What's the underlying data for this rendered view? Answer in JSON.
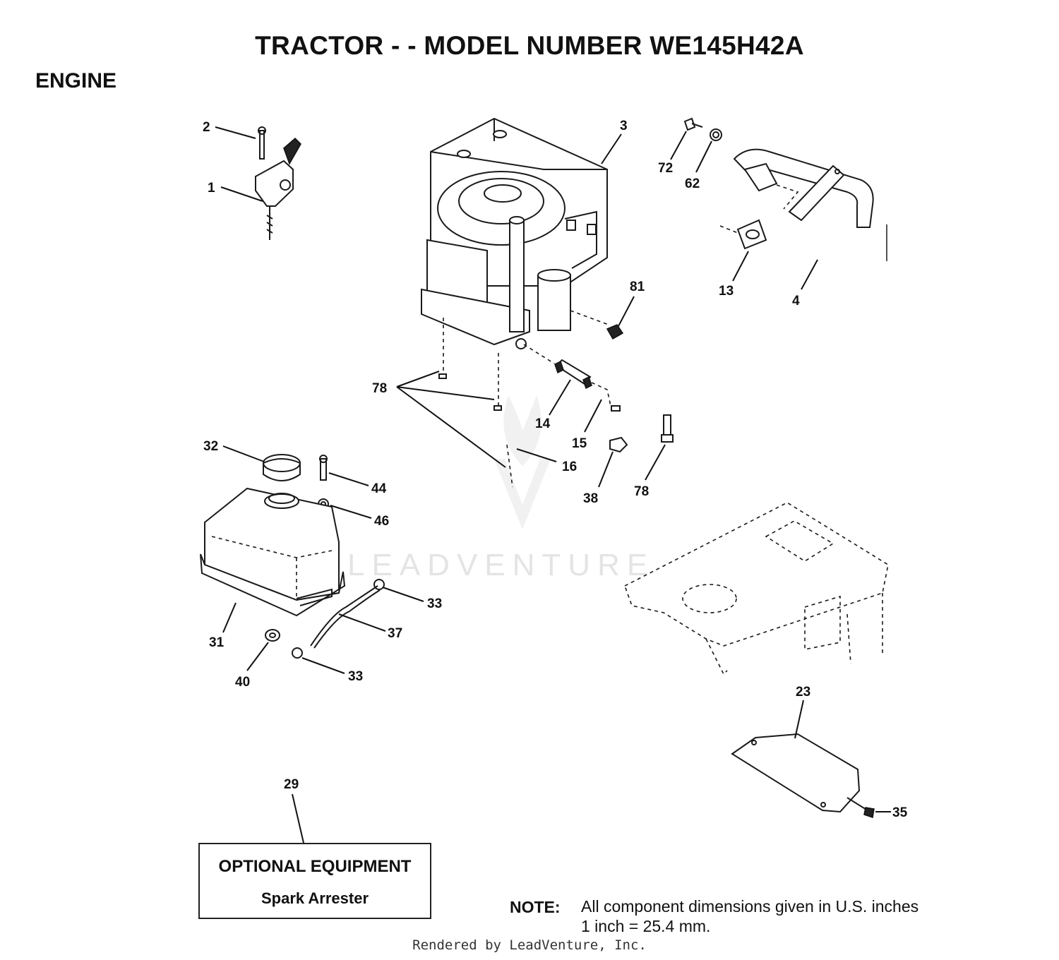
{
  "header": {
    "title": "TRACTOR - - MODEL NUMBER WE145H42A",
    "section": "ENGINE"
  },
  "callouts": [
    "1",
    "2",
    "3",
    "72",
    "62",
    "13",
    "4",
    "81",
    "78",
    "14",
    "15",
    "16",
    "32",
    "44",
    "46",
    "38",
    "78",
    "31",
    "40",
    "33",
    "37",
    "33",
    "23",
    "29",
    "35"
  ],
  "watermark": {
    "text": "LEADVENTURE",
    "color": "#e4e4e4"
  },
  "optional_equipment": {
    "title": "OPTIONAL EQUIPMENT",
    "item": "Spark Arrester"
  },
  "note": {
    "label": "NOTE:",
    "line1": "All component dimensions given in U.S. inches",
    "line2": "1 inch = 25.4 mm."
  },
  "footer": "Rendered by LeadVenture, Inc."
}
